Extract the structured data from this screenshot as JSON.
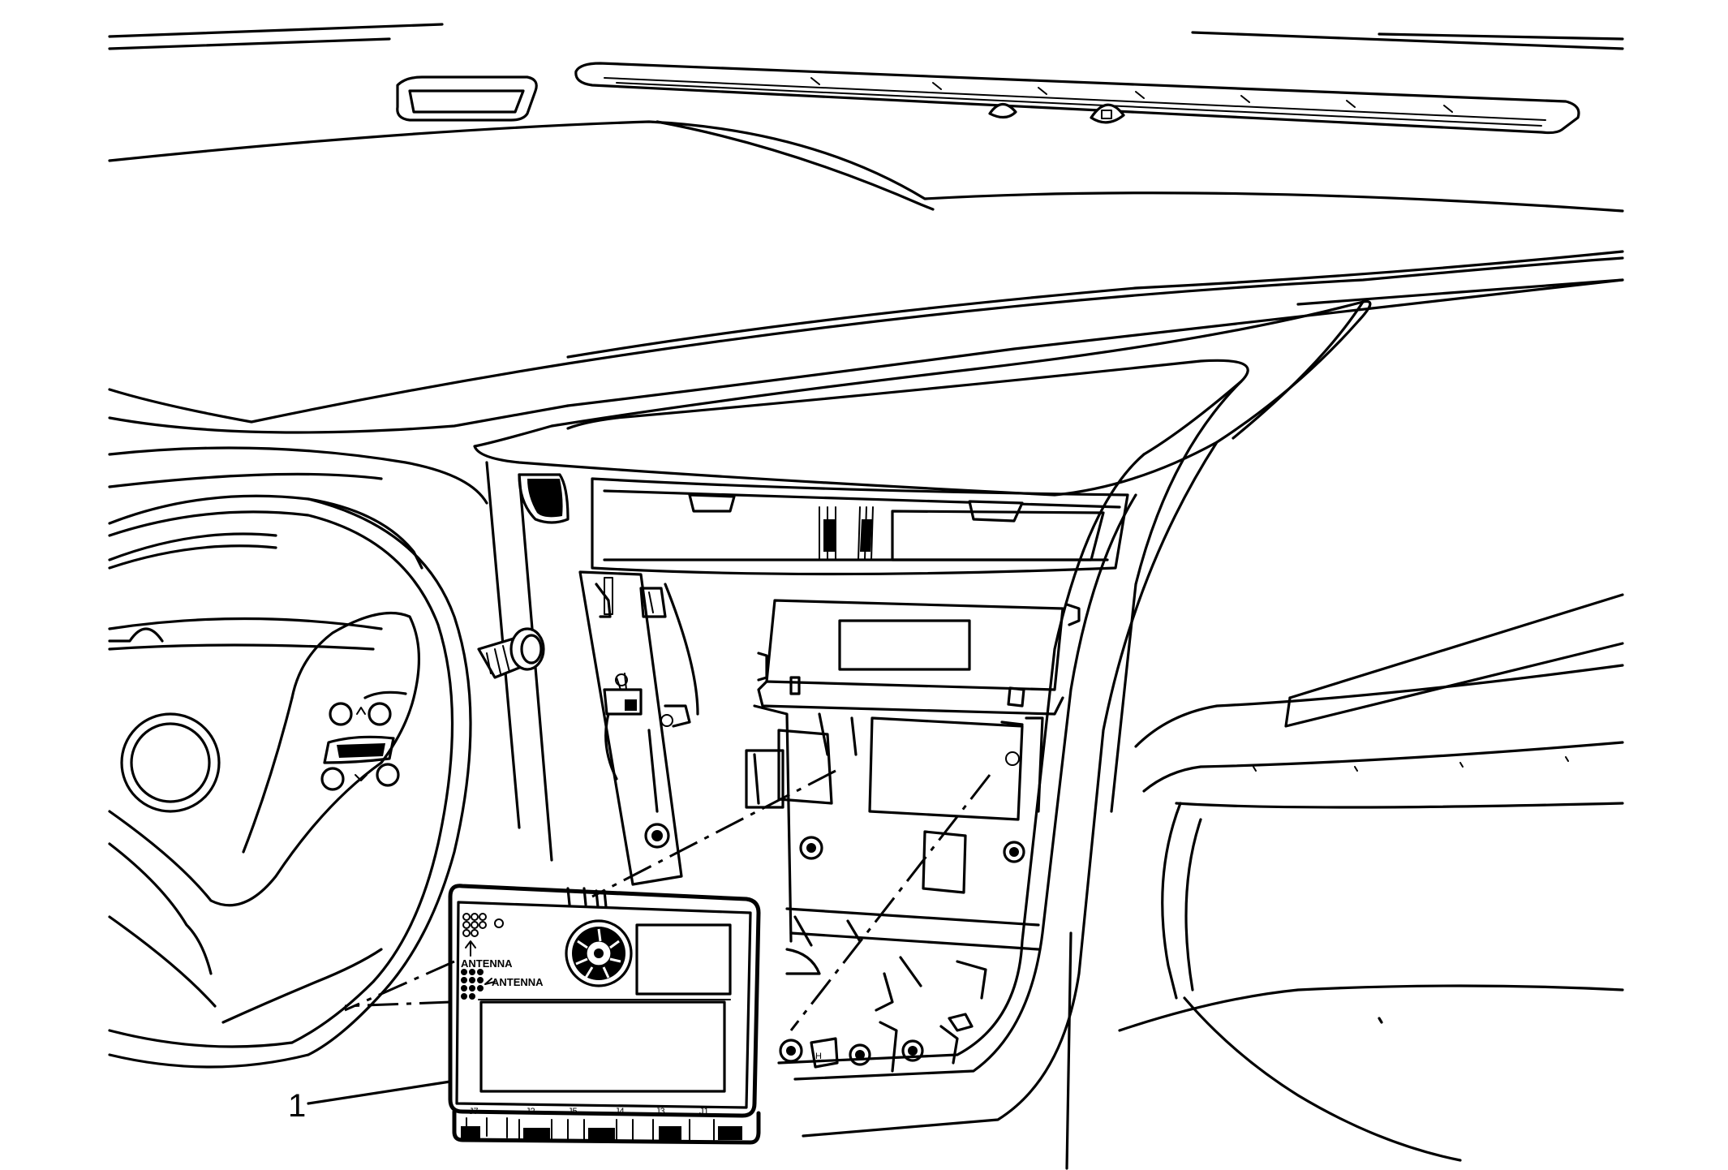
{
  "callouts": [
    {
      "id": "1",
      "label": "1"
    }
  ],
  "module_labels": {
    "antenna_top": "ANTENNA",
    "antenna_side": "ANTENNA",
    "connectors": [
      "J7",
      "J2",
      "J5",
      "J4",
      "J3",
      "J1"
    ]
  }
}
